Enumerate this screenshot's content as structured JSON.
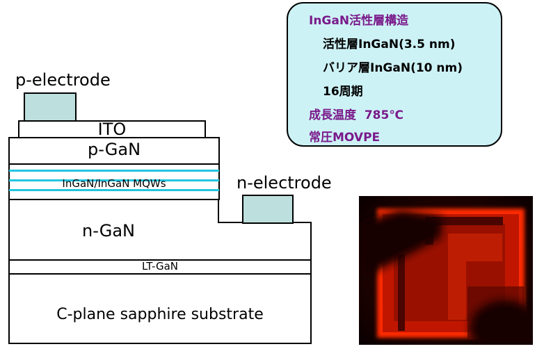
{
  "structure": {
    "p_electrode_label": "p-electrode",
    "ito_label": "ITO",
    "p_gan_label": "p-GaN",
    "mqw_label": "InGaN/InGaN MQWs",
    "n_electrode_label": "n-electrode",
    "n_gan_label": "n-GaN",
    "lt_gan_label": "LT-GaN",
    "substrate_label": "C-plane sapphire substrate"
  },
  "info": {
    "title": "InGaN活性層構造",
    "line1": "活性層InGaN(3.5 nm)",
    "line2": "バリア層InGaN(10 nm)",
    "line3": "16周期",
    "growth_temp": "成長温度  785℃",
    "method": "常圧MOVPE"
  },
  "colors": {
    "electrode": "#bde0de",
    "quantum_well_line": "#22c6e0",
    "info_title": "#7a1a8a",
    "info_box": "#cdf2f6",
    "emission": "#ff2a00"
  }
}
